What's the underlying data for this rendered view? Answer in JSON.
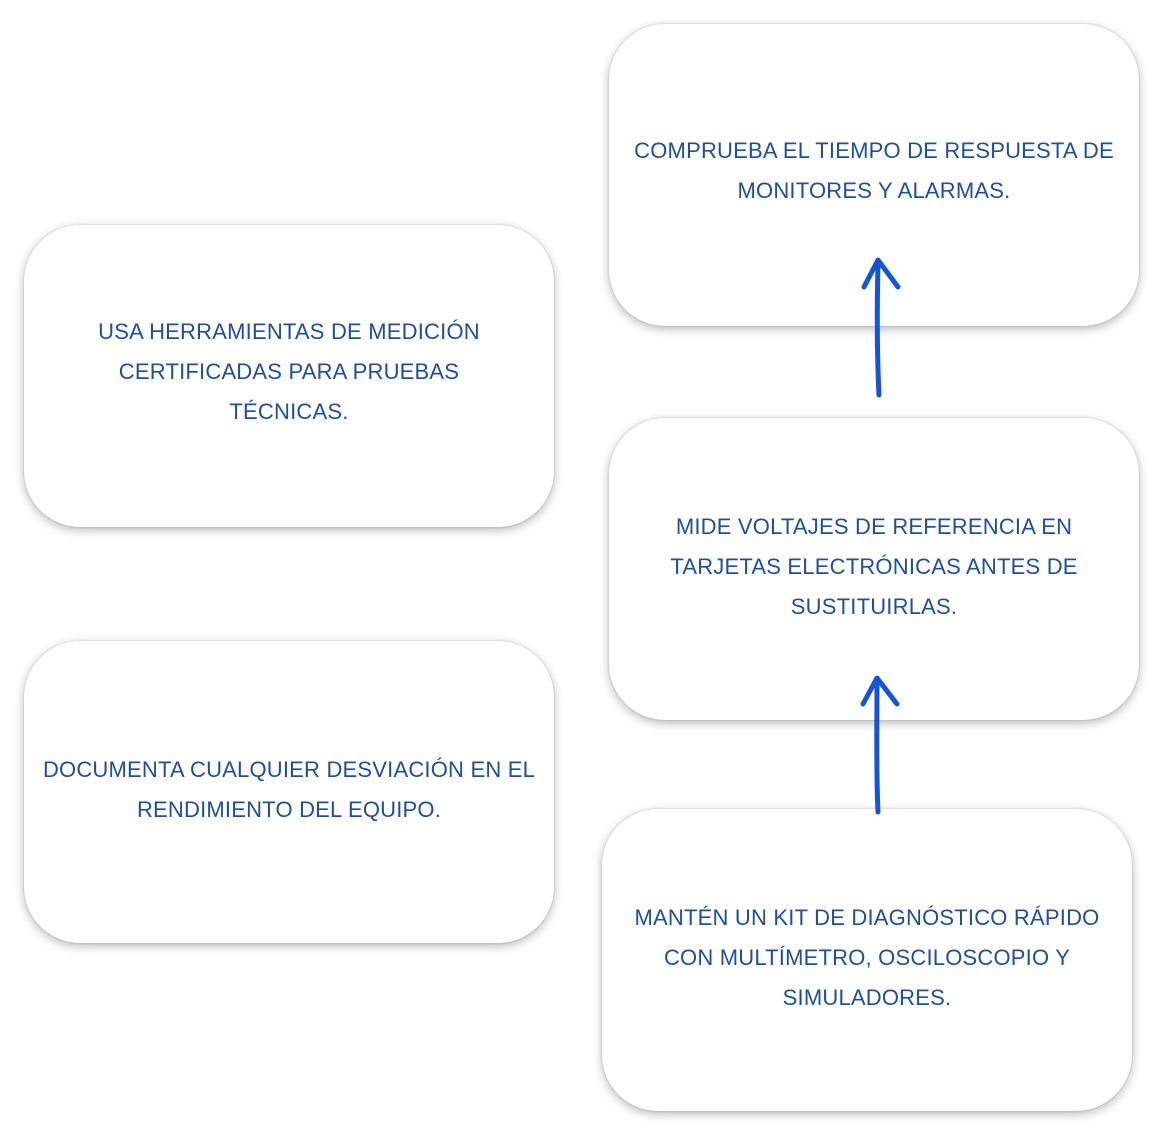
{
  "colors": {
    "text": "#1f4e9e",
    "arrow": "#1554d8",
    "card_bg": "#ffffff"
  },
  "cards": [
    {
      "text": "COMPRUEBA EL TIEMPO DE RESPUESTA DE MONITORES Y ALARMAS."
    },
    {
      "text": "USA HERRAMIENTAS DE MEDICIÓN CERTIFICADAS PARA PRUEBAS TÉCNICAS."
    },
    {
      "text": "MIDE VOLTAJES DE REFERENCIA EN TARJETAS ELECTRÓNICAS ANTES DE SUSTITUIRLAS."
    },
    {
      "text": "DOCUMENTA CUALQUIER DESVIACIÓN EN EL RENDIMIENTO DEL EQUIPO."
    },
    {
      "text": "MANTÉN UN KIT DE DIAGNÓSTICO RÁPIDO CON MULTÍMETRO, OSCILOSCOPIO Y SIMULADORES."
    }
  ],
  "connections": [
    {
      "from": "MANTÉN UN KIT DE DIAGNÓSTICO RÁPIDO CON MULTÍMETRO, OSCILOSCOPIO Y SIMULADORES.",
      "to": "MIDE VOLTAJES DE REFERENCIA EN TARJETAS ELECTRÓNICAS ANTES DE SUSTITUIRLAS."
    },
    {
      "from": "MIDE VOLTAJES DE REFERENCIA EN TARJETAS ELECTRÓNICAS ANTES DE SUSTITUIRLAS.",
      "to": "COMPRUEBA EL TIEMPO DE RESPUESTA DE MONITORES Y ALARMAS."
    }
  ]
}
